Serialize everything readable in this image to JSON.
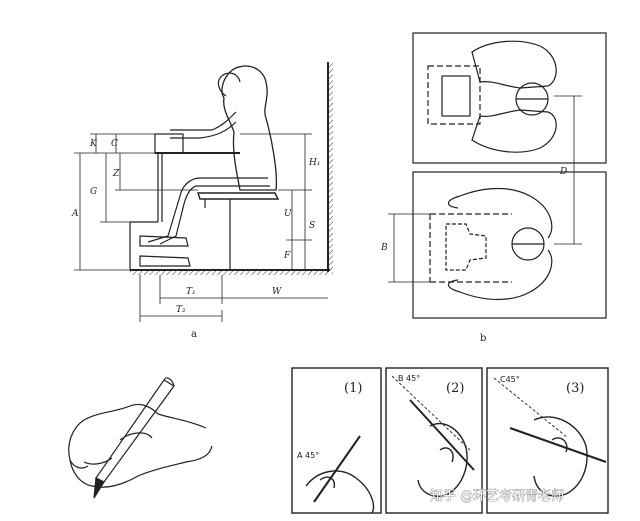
{
  "figure_a": {
    "caption": "a",
    "dims": {
      "k": "K",
      "c": "C",
      "z": "Z",
      "g": "G",
      "a": "A",
      "h1": "H₁",
      "u": "U",
      "s": "S",
      "f": "F",
      "t1": "T₁",
      "t2": "T₂",
      "w": "W"
    }
  },
  "figure_b": {
    "caption": "b",
    "dims": {
      "d": "D",
      "b": "B"
    }
  },
  "pencil_steps": [
    {
      "label": "(1)",
      "angle": "A 45°"
    },
    {
      "label": "(2)",
      "angle": "B 45°"
    },
    {
      "label": "(3)",
      "angle": "C45°"
    }
  ],
  "watermark": "知乎 @环艺考研青老师"
}
